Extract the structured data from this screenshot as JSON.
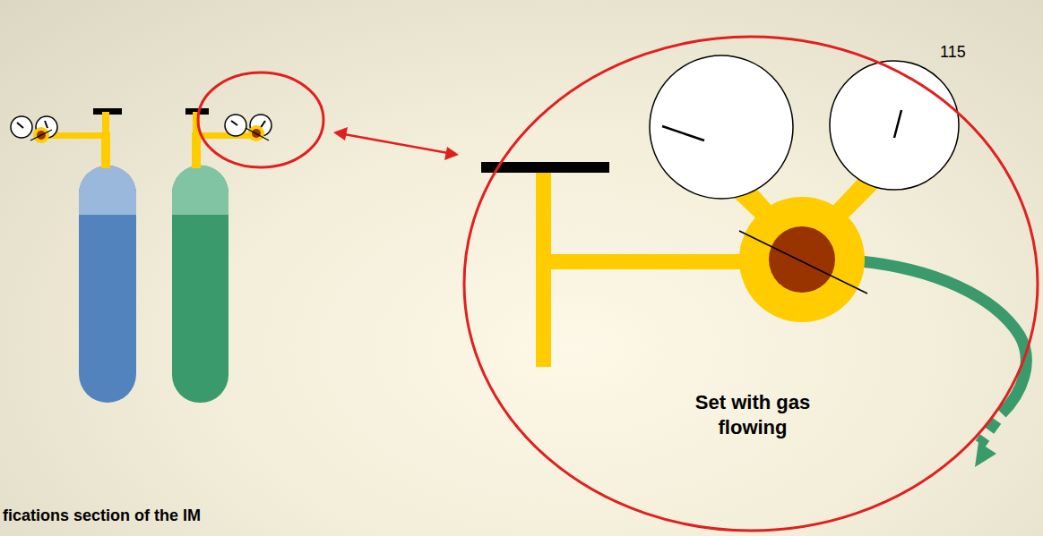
{
  "diagram": {
    "nodes": [
      {
        "text": [
          "Set with gas flowing"
        ]
      }
    ],
    "labels": [
      "115",
      "fications section of the IM"
    ]
  }
}
